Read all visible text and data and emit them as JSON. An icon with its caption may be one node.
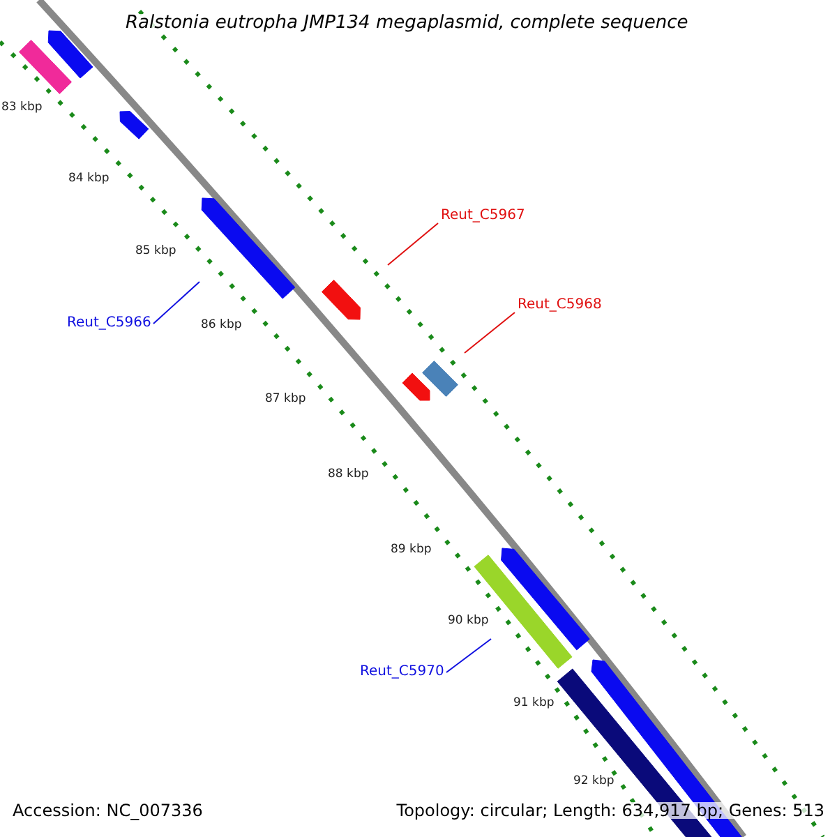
{
  "diagram": {
    "title": "Ralstonia eutropha JMP134 megaplasmid, complete sequence",
    "nodes": [
      {
        "text": [
          "Reut_C5966"
        ]
      },
      {
        "text": [
          "Reut_C5967"
        ]
      },
      {
        "text": [
          "Reut_C5968"
        ]
      },
      {
        "text": [
          "Reut_C5970"
        ]
      }
    ],
    "edges": [
      {
        "from": 0,
        "to": null,
        "arrow": "none",
        "color": "#1010e0"
      },
      {
        "from": 1,
        "to": null,
        "arrow": "none",
        "color": "#e01010"
      },
      {
        "from": 2,
        "to": null,
        "arrow": "none",
        "color": "#e01010"
      },
      {
        "from": 3,
        "to": null,
        "arrow": "none",
        "color": "#1010e0"
      }
    ],
    "labels": [
      "83 kbp",
      "84 kbp",
      "85 kbp",
      "86 kbp",
      "87 kbp",
      "88 kbp",
      "89 kbp",
      "90 kbp",
      "91 kbp",
      "92 kbp",
      "Accession: NC_007336",
      "Topology: circular; Length: 634,917 bp; Genes: 513"
    ]
  }
}
